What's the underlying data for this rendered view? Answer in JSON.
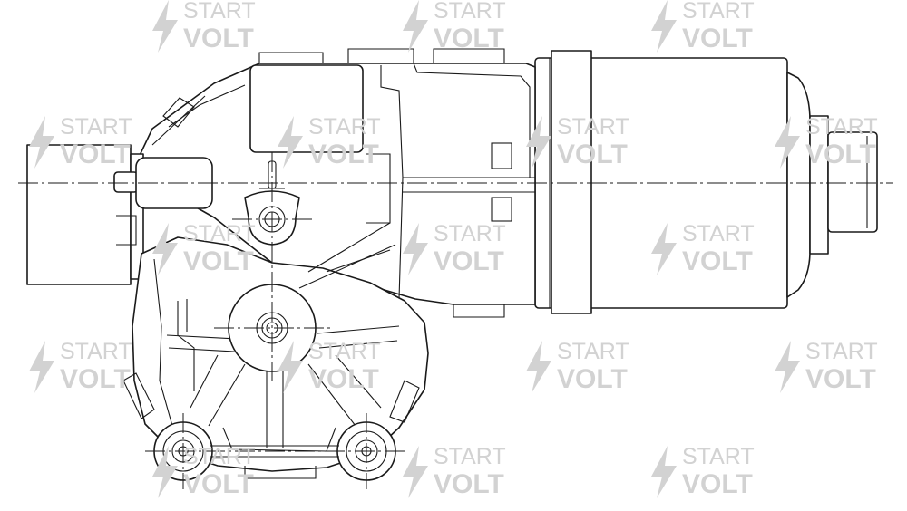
{
  "watermark": {
    "line1": "START",
    "line2": "VOLT",
    "icon": "lightning-bolt-icon",
    "color": "#d2d2d2"
  },
  "drawing": {
    "subject": "wiper-motor-outline",
    "stroke_color": "#1a1a1a",
    "background": "#ffffff"
  }
}
